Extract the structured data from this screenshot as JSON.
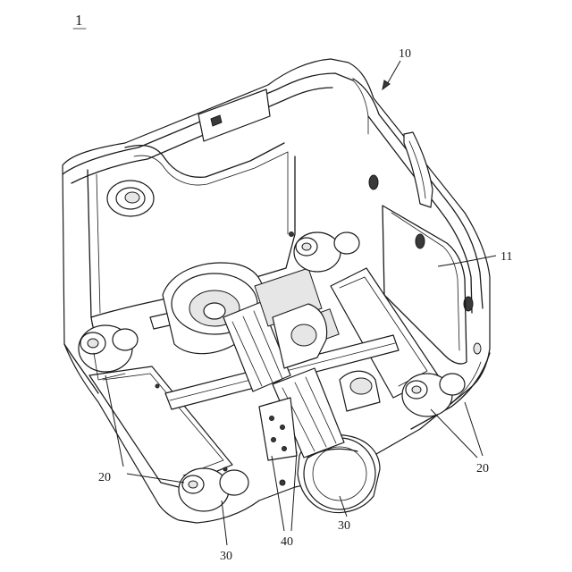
{
  "figure": {
    "label": "1"
  },
  "references": {
    "r10": "10",
    "r11": "11",
    "r20_left": "20",
    "r20_right": "20",
    "r30_bottom": "30",
    "r30_right": "30",
    "r40": "40"
  }
}
